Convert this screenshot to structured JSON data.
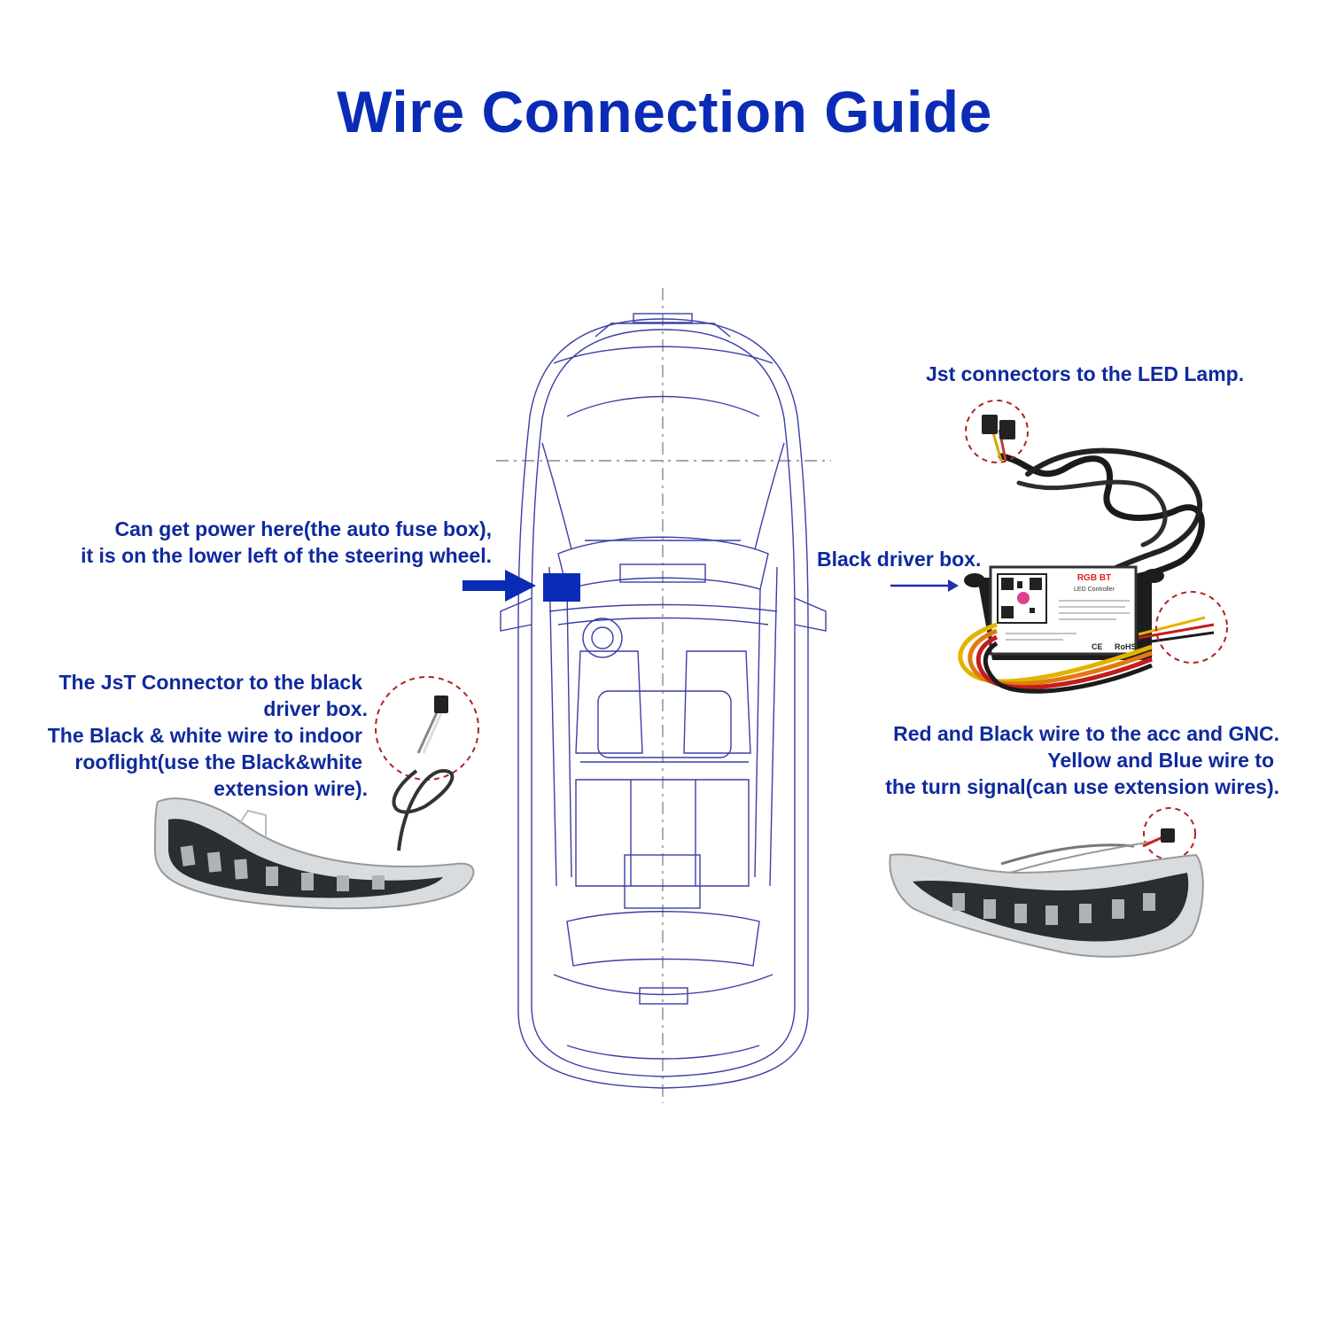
{
  "title": "Wire Connection Guide",
  "callouts": {
    "fuse_box": {
      "line1": "Can get power here(the auto fuse box),",
      "line2": "it is on the lower left of the steering wheel."
    },
    "jst_led": {
      "line1": "Jst connectors to the LED Lamp."
    },
    "driver_box": {
      "line1": "Black driver box."
    },
    "jst_black": {
      "line1": "The JsT Connector to the black",
      "line2": "driver box.",
      "line3": "The Black & white wire to indoor",
      "line4": "rooflight(use the Black&white",
      "line5": "extension wire)."
    },
    "red_black": {
      "line1": "Red and Black wire to the acc and GNC.",
      "line2": "Yellow and Blue wire to",
      "line3": "the turn signal(can use extension wires)."
    }
  },
  "driver_box_labels": {
    "brand": "RGB BT",
    "product": "LED Controller",
    "cert1": "CE",
    "cert2": "RoHS"
  },
  "colors": {
    "title": "#0a2bb5",
    "label": "#0f2a9e",
    "car_outline": "#3b3fa6",
    "arrow": "#0a2bb5",
    "highlight_circle": "#b22222"
  }
}
